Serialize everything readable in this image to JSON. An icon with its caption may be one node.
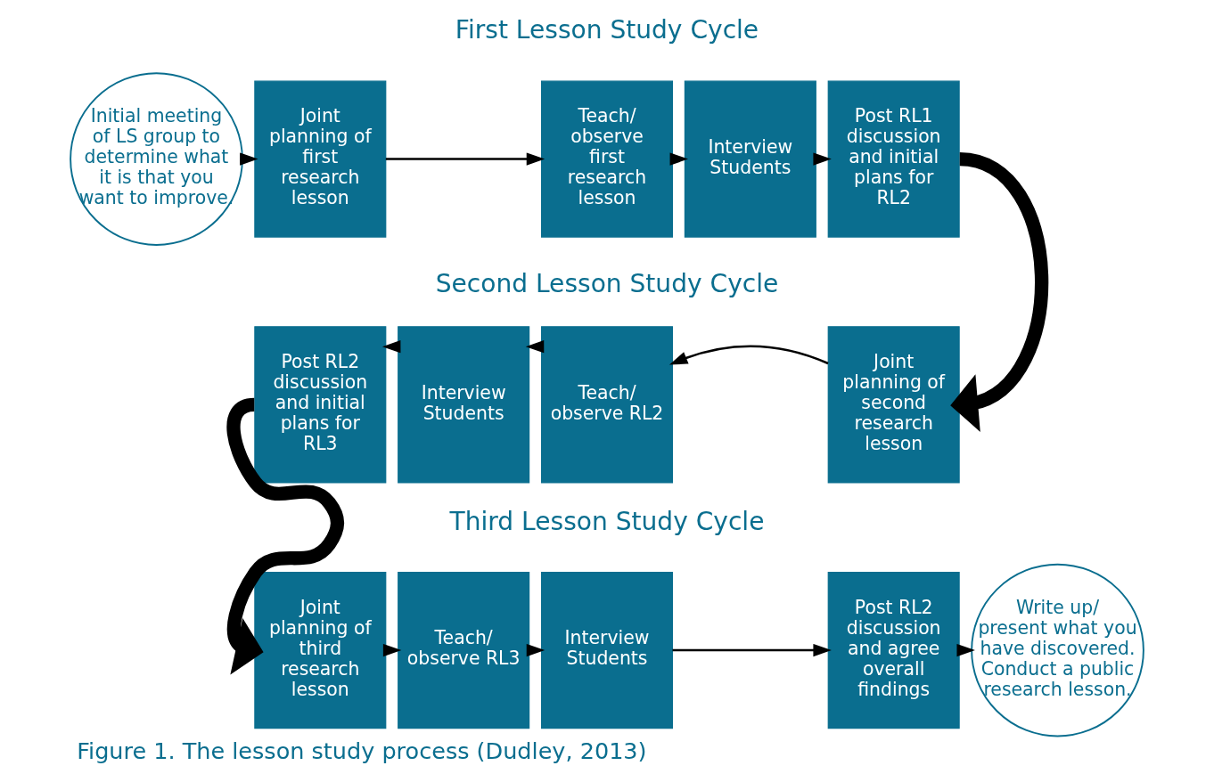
{
  "diagram": {
    "caption": "Figure 1. The lesson study process (Dudley, 2013)",
    "nodes": [
      {
        "text": [
          "Initial meeting of LS group to determine what it is that you want to improve."
        ]
      },
      {
        "text": [
          "Joint planning of first research lesson"
        ]
      },
      {
        "text": [
          "Teach/ observe first research lesson"
        ]
      },
      {
        "text": [
          "Interview Students"
        ]
      },
      {
        "text": [
          "Post RL1 discussion and initial plans for RL2"
        ]
      },
      {
        "text": [
          "Post RL2 discussion and initial plans for RL3"
        ]
      },
      {
        "text": [
          "Interview Students"
        ]
      },
      {
        "text": [
          "Teach/ observe RL2"
        ]
      },
      {
        "text": [
          "Joint planning of second research lesson"
        ]
      },
      {
        "text": [
          "Joint planning of third research lesson"
        ]
      },
      {
        "text": [
          "Teach/ observe RL3"
        ]
      },
      {
        "text": [
          "Interview Students"
        ]
      },
      {
        "text": [
          "Post RL2 discussion and agree overall findings"
        ]
      },
      {
        "text": [
          "Write up/ present what you have discovered. Conduct a public research lesson."
        ]
      }
    ],
    "edges": [
      {
        "from": 0,
        "to": 1,
        "arrow": "to"
      },
      {
        "from": 1,
        "to": 2,
        "arrow": "to"
      },
      {
        "from": 2,
        "to": 3,
        "arrow": "to"
      },
      {
        "from": 3,
        "to": 4,
        "arrow": "to"
      },
      {
        "from": 4,
        "to": 8,
        "arrow": "to",
        "style": "thick"
      },
      {
        "from": 8,
        "to": 7,
        "arrow": "to"
      },
      {
        "from": 7,
        "to": 6,
        "arrow": "to"
      },
      {
        "from": 6,
        "to": 5,
        "arrow": "to"
      },
      {
        "from": 5,
        "to": 9,
        "arrow": "to",
        "style": "thick"
      },
      {
        "from": 9,
        "to": 10,
        "arrow": "to"
      },
      {
        "from": 10,
        "to": 11,
        "arrow": "to"
      },
      {
        "from": 11,
        "to": 12,
        "arrow": "to"
      },
      {
        "from": 12,
        "to": 13,
        "arrow": "to"
      }
    ],
    "labels": [
      "First Lesson Study Cycle",
      "Second Lesson Study Cycle",
      "Third Lesson Study Cycle"
    ]
  }
}
